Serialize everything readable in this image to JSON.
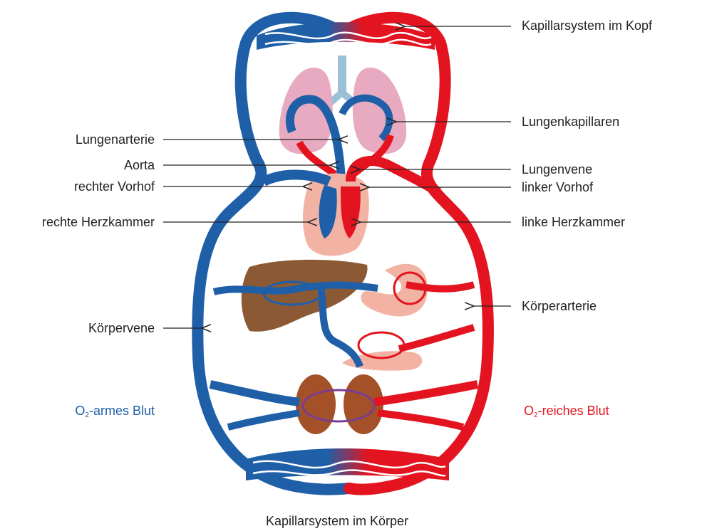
{
  "labels": {
    "capillaries_head": "Kapillarsystem im Kopf",
    "lung_capillaries": "Lungenkapillaren",
    "pulmonary_artery": "Lungenarterie",
    "aorta": "Aorta",
    "right_atrium": "rechter Vorhof",
    "right_ventricle": "rechte Herzkammer",
    "pulmonary_vein": "Lungenvene",
    "left_atrium": "linker Vorhof",
    "left_ventricle": "linke Herzkammer",
    "body_artery": "Körperarterie",
    "body_vein": "Körpervene",
    "capillaries_body": "Kapillarsystem im Körper"
  },
  "legend": {
    "poor": {
      "o": "O",
      "sub": "2",
      "text": "-armes Blut"
    },
    "rich": {
      "o": "O",
      "sub": "2",
      "text": "-reiches Blut"
    }
  },
  "colors": {
    "deoxygenated": "#1e5fa8",
    "oxygenated": "#e3141f",
    "lung": "#e7aac0",
    "heart": "#f2b3a4",
    "liver": "#8b5a35",
    "kidney": "#a4512a",
    "stomach": "#f2b3a4"
  }
}
